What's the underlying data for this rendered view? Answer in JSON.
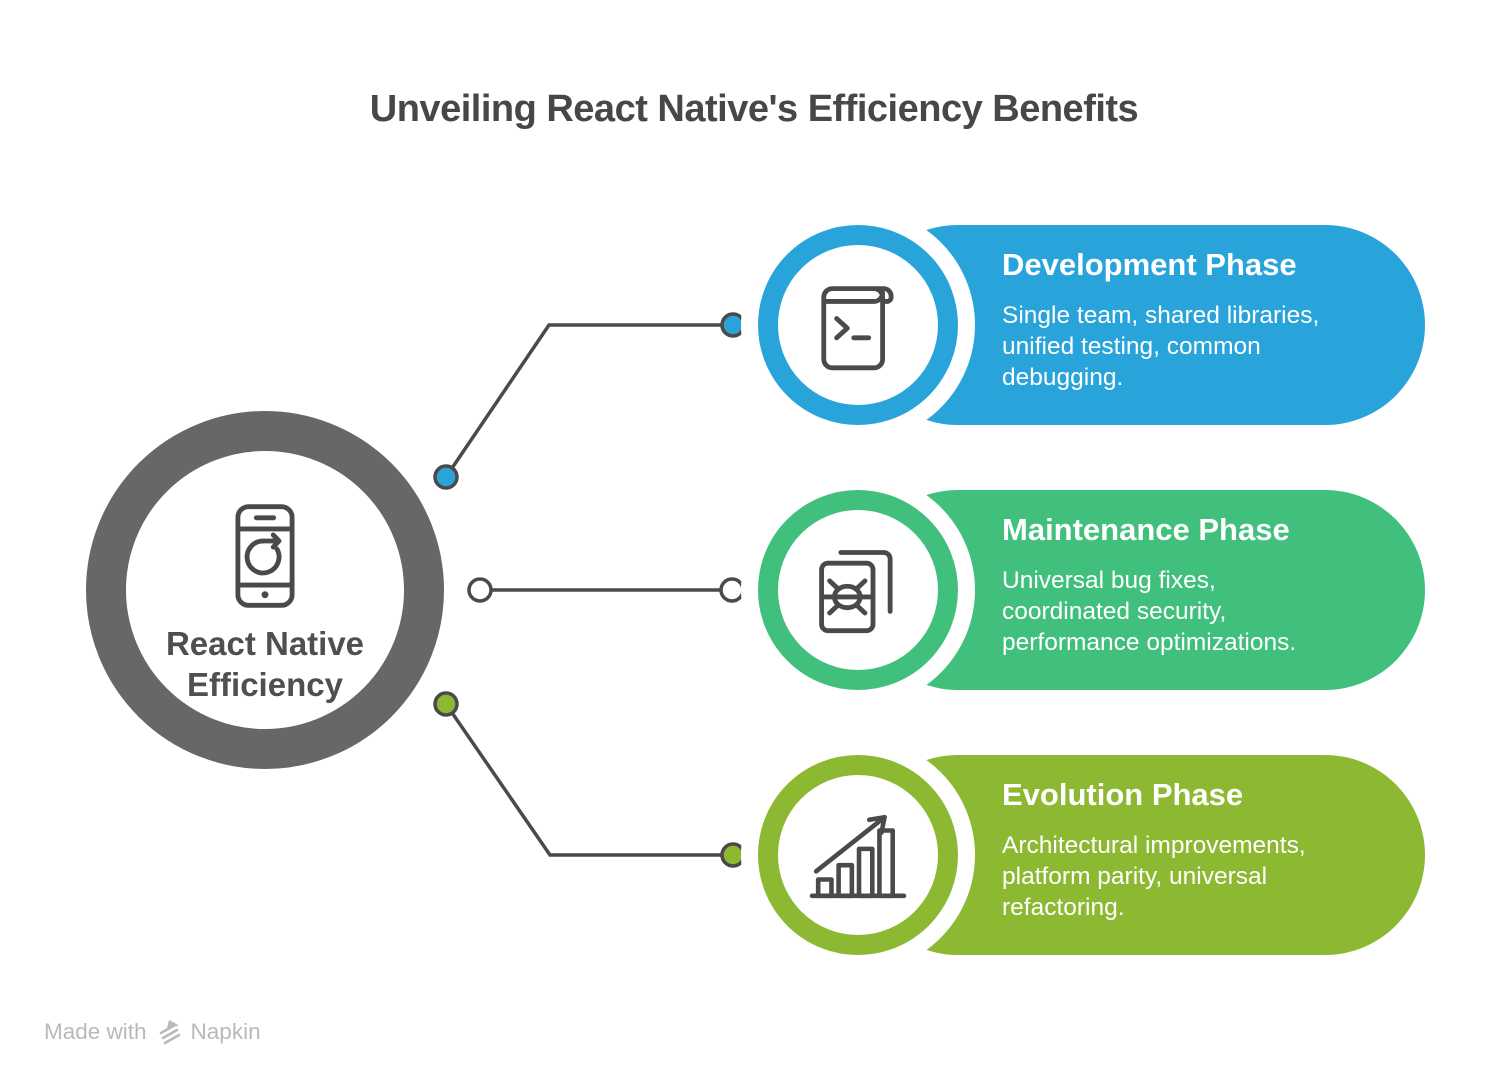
{
  "title": "Unveiling React Native's Efficiency Benefits",
  "hub": {
    "label": "React Native\nEfficiency",
    "icon": "smartphone-refresh-icon"
  },
  "cards": [
    {
      "id": "development",
      "heading": "Development Phase",
      "body": "Single team, shared libraries,\nunified testing, common\ndebugging.",
      "color": "#29a4da",
      "icon": "terminal-book-icon"
    },
    {
      "id": "maintenance",
      "heading": "Maintenance Phase",
      "body": "Universal bug fixes,\ncoordinated security,\nperformance optimizations.",
      "color": "#41c07d",
      "icon": "bug-pages-icon"
    },
    {
      "id": "evolution",
      "heading": "Evolution Phase",
      "body": "Architectural improvements,\nplatform parity, universal\nrefactoring.",
      "color": "#8db832",
      "icon": "growth-chart-icon"
    }
  ],
  "footer": {
    "made_with": "Made with",
    "brand": "Napkin",
    "logo": "napkin-logo-icon"
  },
  "colors": {
    "accent-blue": "#29a4da",
    "accent-green": "#41c07d",
    "accent-lime": "#8db832",
    "hub-ring": "#676767",
    "line": "#4a4a4a",
    "title-text": "#474747",
    "hub-text": "#4f4f4f",
    "card-text": "#ffffff",
    "footer-text": "#b9b9b9",
    "background": "#ffffff"
  }
}
